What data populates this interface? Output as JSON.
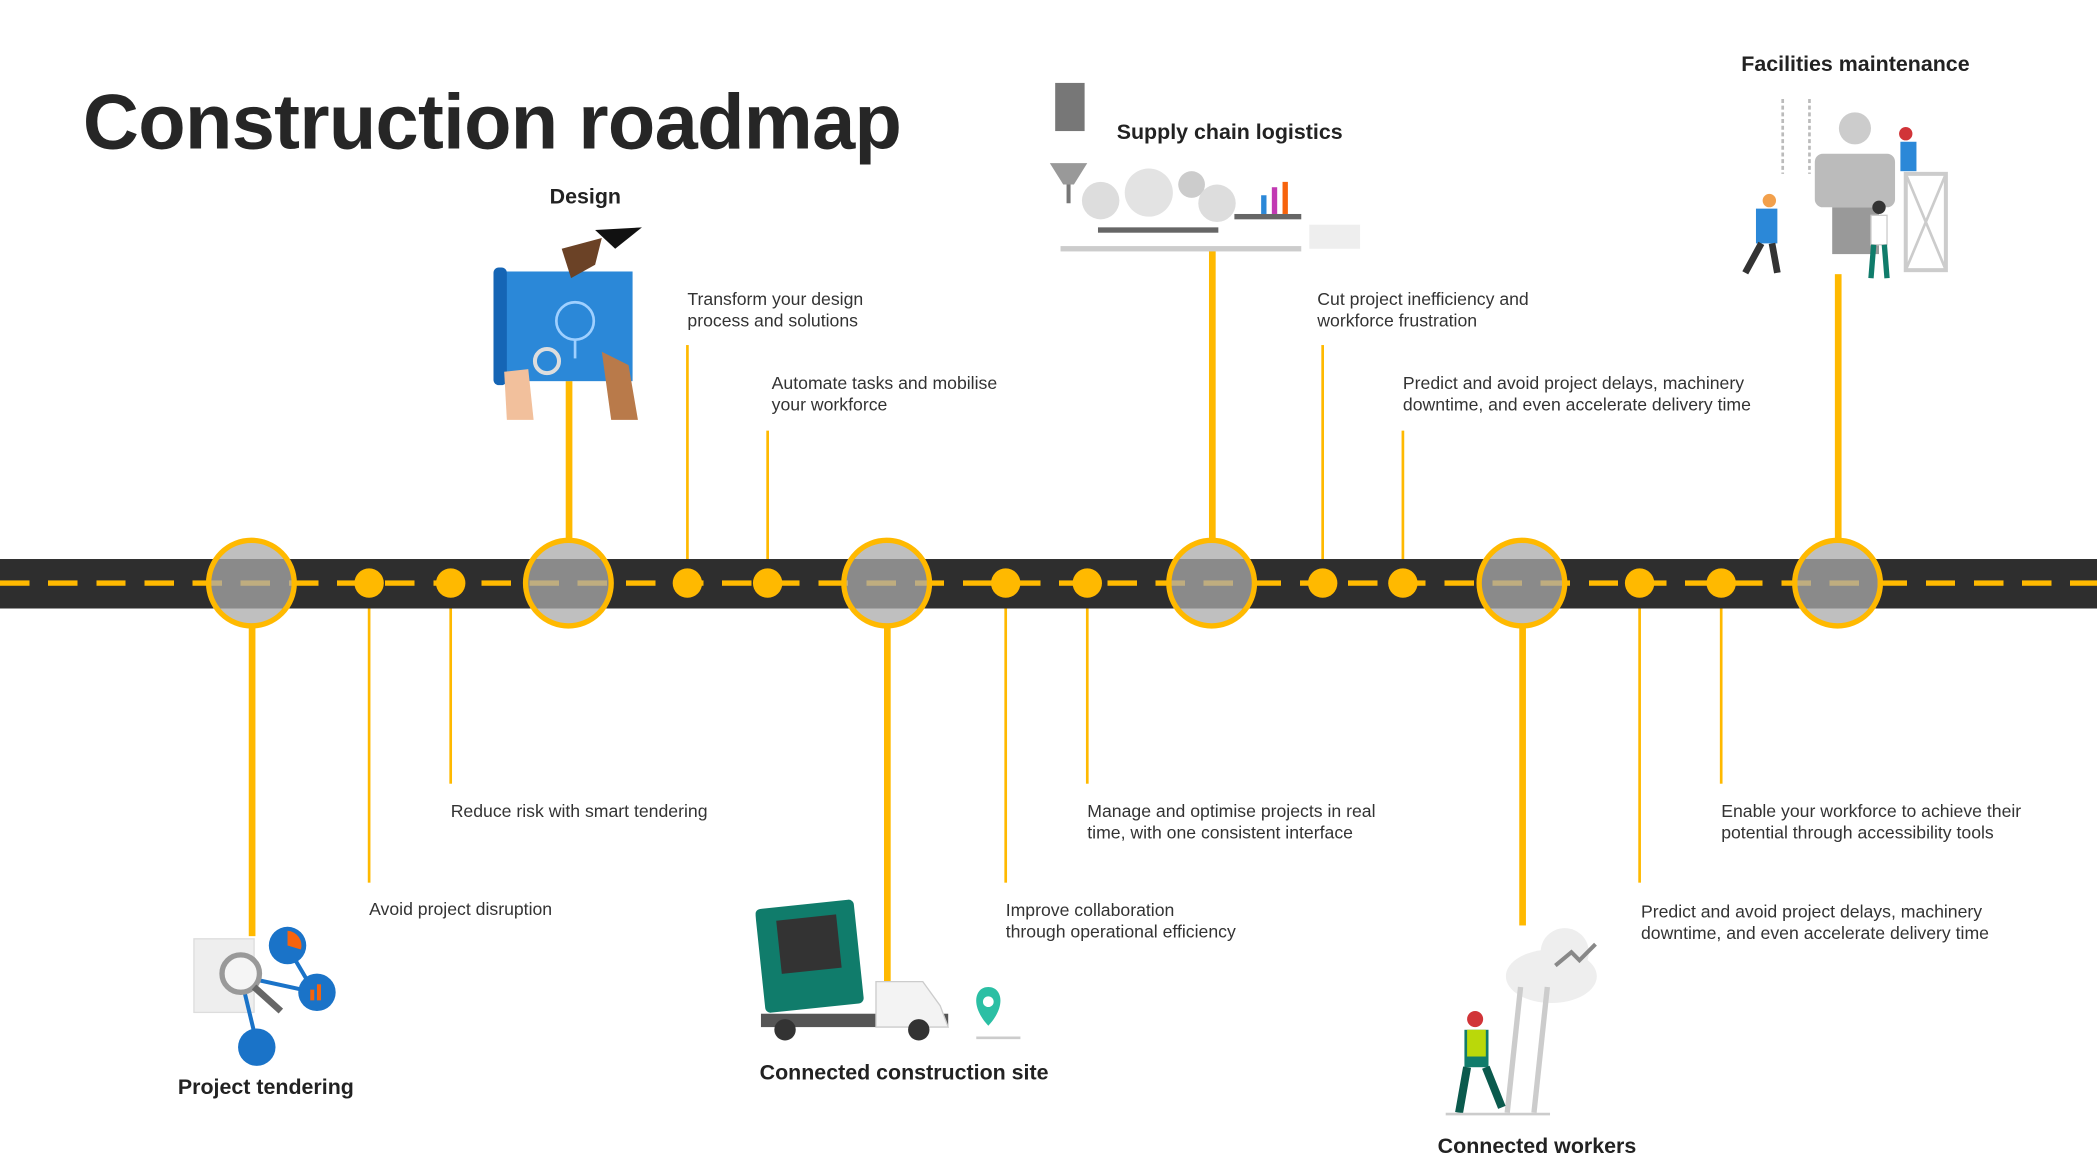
{
  "title": "Construction roadmap",
  "colors": {
    "accent": "#FFB900",
    "road": "#2e2e2e",
    "text": "#333333"
  },
  "milestones": [
    {
      "label": "Project tendering",
      "icon": "tendering-analytics-illustration"
    },
    {
      "label": "Design",
      "icon": "blueprint-design-illustration"
    },
    {
      "label": "Connected construction site",
      "icon": "truck-circuit-illustration"
    },
    {
      "label": "Supply chain logistics",
      "icon": "conveyor-factory-illustration"
    },
    {
      "label": "Connected workers",
      "icon": "worker-ladder-cloud-illustration"
    },
    {
      "label": "Facilities maintenance",
      "icon": "machinery-maintenance-illustration"
    }
  ],
  "benefits": [
    "Avoid project disruption",
    "Reduce risk with smart tendering",
    "Transform your design\nprocess and solutions",
    "Automate tasks and mobilise\nyour workforce",
    "Improve collaboration\nthrough operational efficiency",
    "Manage and optimise projects in real\ntime, with one consistent interface",
    "Cut project inefficiency and\nworkforce frustration",
    "Predict and avoid project delays, machinery\ndowntime, and even accelerate delivery time",
    "Predict and avoid project delays, machinery\ndowntime, and even accelerate delivery time",
    "Enable your workforce to achieve their\npotential through accessibility tools"
  ]
}
